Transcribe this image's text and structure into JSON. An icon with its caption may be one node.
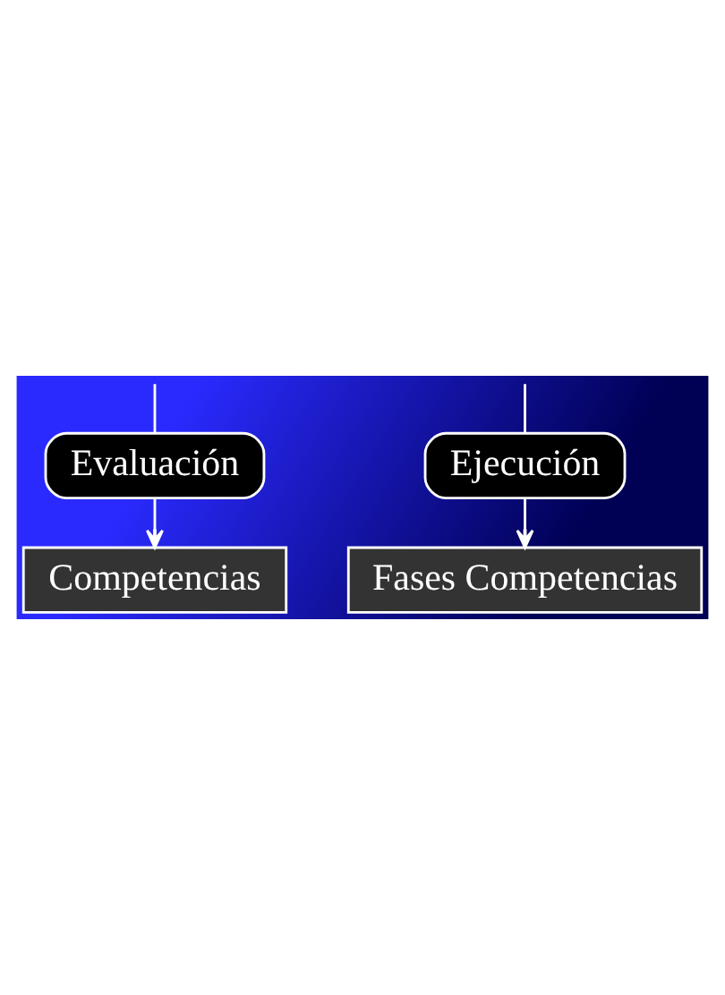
{
  "diagram": {
    "nodes": [
      {
        "text": [
          "Evaluación"
        ]
      },
      {
        "text": [
          "Competencias"
        ]
      },
      {
        "text": [
          "Ejecución"
        ]
      },
      {
        "text": [
          "Fases Competencias"
        ]
      }
    ],
    "edges": [
      {
        "from": null,
        "to": 0,
        "arrow": "none"
      },
      {
        "from": 0,
        "to": 1,
        "arrow": "to"
      },
      {
        "from": null,
        "to": 2,
        "arrow": "none"
      },
      {
        "from": 2,
        "to": 3,
        "arrow": "to"
      }
    ]
  }
}
